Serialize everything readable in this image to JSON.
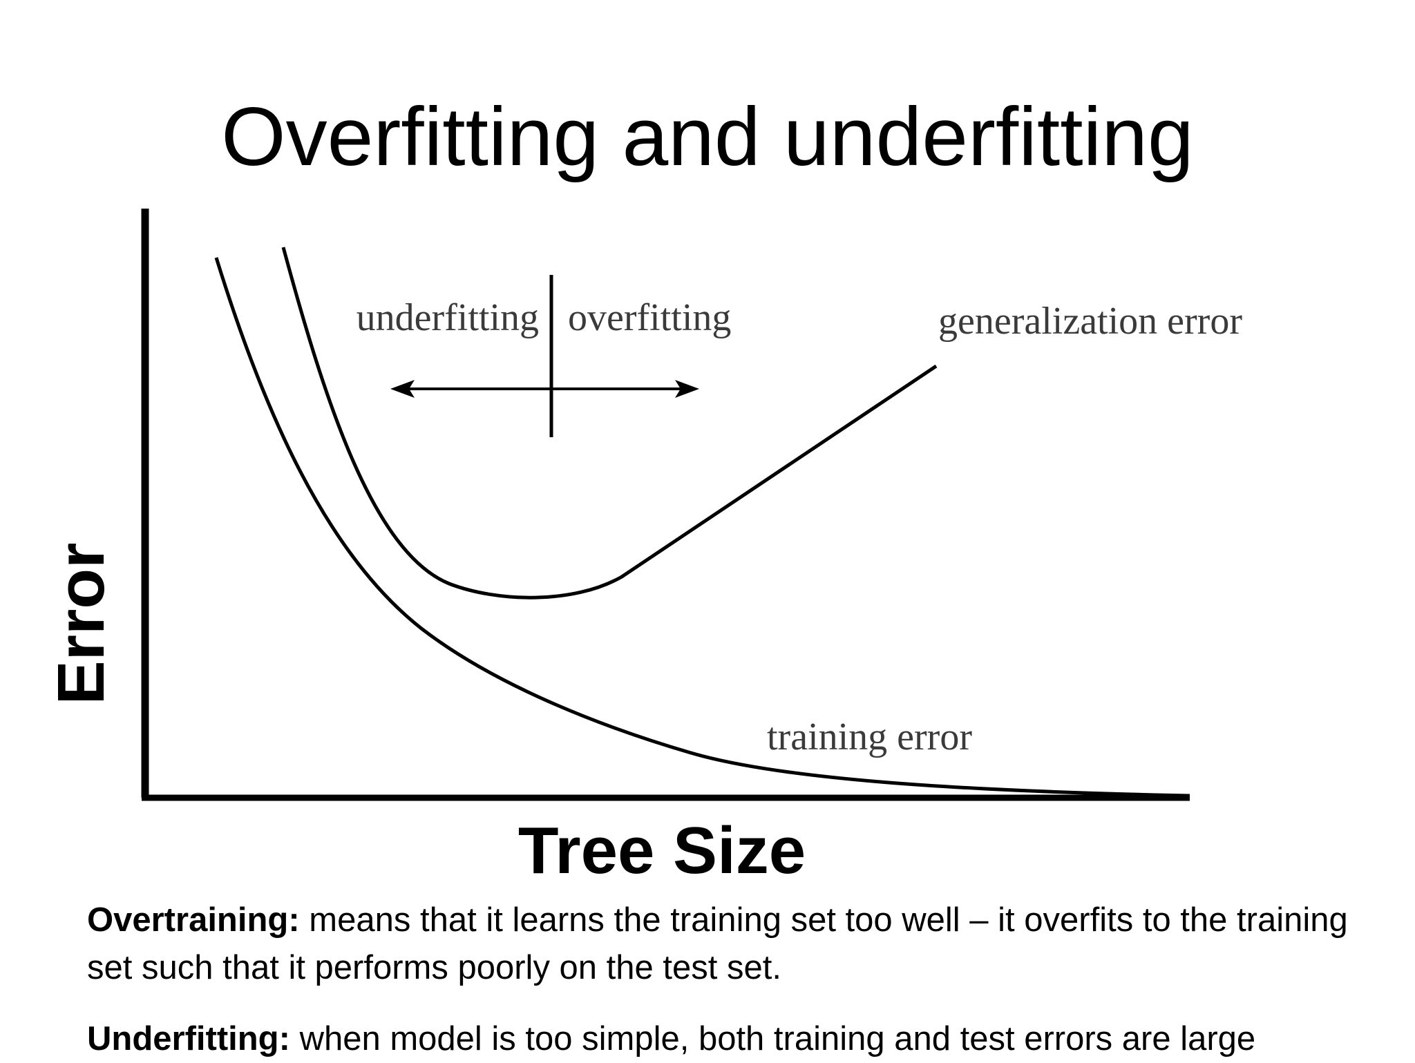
{
  "slide": {
    "title": "Overfitting and underfitting"
  },
  "diagram": {
    "y_axis_label": "Error",
    "x_axis_label": "Tree Size",
    "region_labels": {
      "left": "underfitting",
      "right": "overfitting"
    },
    "curve_labels": {
      "generalization": "generalization error",
      "training": "training error"
    },
    "line_color": "#000000",
    "label_color": "#3a3a3a"
  },
  "definitions": [
    {
      "term": "Overtraining:",
      "text": "means that it learns the training set too well – it overfits to the training set such that it performs poorly on the test set."
    },
    {
      "term": "Underfitting:",
      "text": "when model is too simple, both training and test errors are large"
    }
  ]
}
